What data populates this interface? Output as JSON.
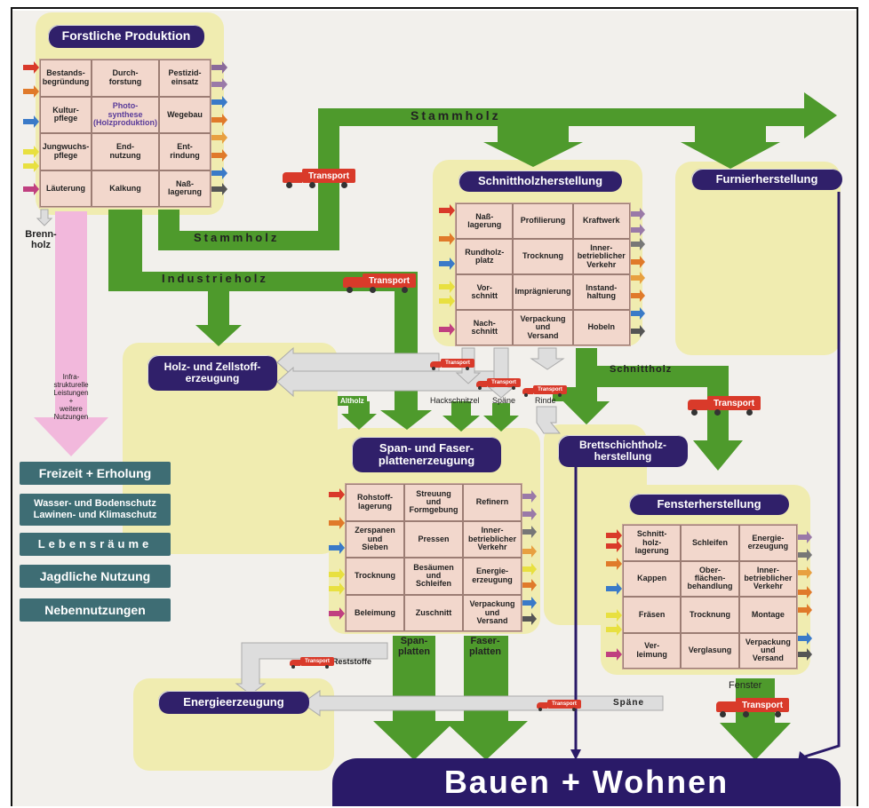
{
  "header_forst": "Forstliche Produktion",
  "grid_forst": [
    [
      "Bestands-\nbegründung",
      "Durch-\nforstung",
      "Pestizid-\neinsatz"
    ],
    [
      "Kultur-\npflege",
      "Photo-\nsynthese\n(Holzproduktion)",
      "Wegebau"
    ],
    [
      "Jungwuchs-\npflege",
      "End-\nnutzung",
      "Ent-\nrindung"
    ],
    [
      "Läuterung",
      "Kalkung",
      "Naß-\nlagerung"
    ]
  ],
  "header_schnitt": "Schnittholzherstellung",
  "grid_schnitt": [
    [
      "Naß-\nlagerung",
      "Profilierung",
      "Kraftwerk"
    ],
    [
      "Rundholz-\nplatz",
      "Trocknung",
      "Inner-\nbetrieblicher\nVerkehr"
    ],
    [
      "Vor-\nschnitt",
      "Imprägnierung",
      "Instand-\nhaltung"
    ],
    [
      "Nach-\nschnitt",
      "Verpackung\nund\nVersand",
      "Hobeln"
    ]
  ],
  "header_furnier": "Furnierherstellung",
  "header_holz": "Holz- und Zellstoff-\nerzeugung",
  "header_span": "Span- und Faser-\nplattenerzeugung",
  "grid_span": [
    [
      "Rohstoff-\nlagerung",
      "Streuung\nund\nFormgebung",
      "Refinern"
    ],
    [
      "Zerspanen\nund\nSieben",
      "Pressen",
      "Inner-\nbetrieblicher\nVerkehr"
    ],
    [
      "Trocknung",
      "Besäumen\nund\nSchleifen",
      "Energie-\nerzeugung"
    ],
    [
      "Beleimung",
      "Zuschnitt",
      "Verpackung\nund\nVersand"
    ]
  ],
  "header_brett": "Brettschichtholz-\nherstellung",
  "header_fenster": "Fensterherstellung",
  "grid_fenster": [
    [
      "Schnitt-\nholz-\nlagerung",
      "Schleifen",
      "Energie-\nerzeugung"
    ],
    [
      "Kappen",
      "Ober-\nflächen-\nbehandlung",
      "Inner-\nbetrieblicher\nVerkehr"
    ],
    [
      "Fräsen",
      "Trocknung",
      "Montage"
    ],
    [
      "Ver-\nleimung",
      "Verglasung",
      "Verpackung\nund\nVersand"
    ]
  ],
  "header_energie": "Energieerzeugung",
  "side_items": [
    "Freizeit + Erholung",
    "Wasser- und Bodenschutz\nLawinen- und Klimaschutz",
    "Lebensräume",
    "Jagdliche Nutzung",
    "Nebennutzungen"
  ],
  "labels": {
    "stammholz_top": "Stammholz",
    "stammholz_low": "Stammholz",
    "industrieholz": "Industrieholz",
    "brennholz": "Brenn-\nholz",
    "infra": "Infra-\nstrukturelle\nLeistungen\n+\nweitere\nNutzungen",
    "schnittholz": "Schnittholz",
    "altholz": "Altholz",
    "hackschnitzel": "Hackschnitzel",
    "spaene1": "Späne",
    "rinde": "Rinde",
    "spanplatten": "Span-\nplatten",
    "faserplatten": "Faser-\nplatten",
    "reststoffe": "Reststoffe",
    "spaene2": "Späne",
    "fenster": "Fenster"
  },
  "transport": "Transport",
  "bottom": "Bauen + Wohnen",
  "colors": {
    "green": "#4e9a2c",
    "navy": "#30206a",
    "pink": "#f2b8dc",
    "yellow": "#f0ecb0",
    "teal": "#3e6d74",
    "red": "#d93a2a"
  }
}
